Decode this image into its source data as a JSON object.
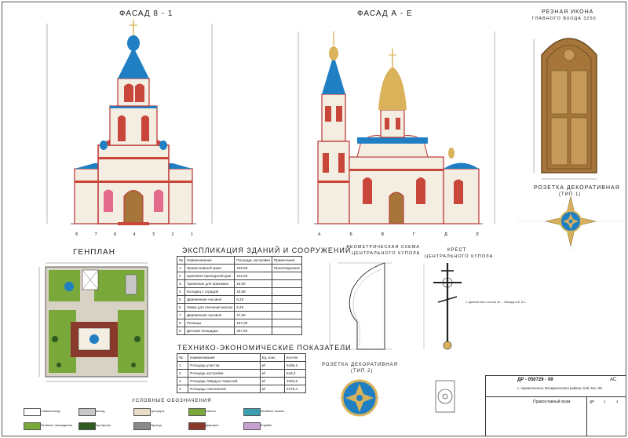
{
  "titles": {
    "facade1": "ФАСАД 8 - 1",
    "facade2": "ФАСАД А - Е",
    "icon": "РЕЗНАЯ ИКОНА",
    "icon_sub": "ГЛАВНОГО ВХОДА 3250",
    "rosette1": "РОЗЕТКА ДЕКОРАТИВНАЯ",
    "rosette1_sub": "(ТИП 1)",
    "genplan": "ГЕНПЛАН",
    "explication": "ЭКСПЛИКАЦИЯ ЗДАНИЙ И СООРУЖЕНИЙ",
    "tep": "ТЕХНИКО-ЭКОНОМИЧЕСКИЕ ПОКАЗАТЕЛИ",
    "geom": "ГЕОМЕТРИЧЕСКАЯ СХЕМА",
    "geom_sub": "ЦЕНТРАЛЬНОГО КУПОЛА",
    "cross": "КРЕСТ",
    "cross_sub": "ЦЕНТРАЛЬНОГО КУПОЛА",
    "rosette2": "РОЗЕТКА ДЕКОРАТИВНАЯ",
    "rosette2_sub": "(ТИП 2)",
    "legend": "УСЛОВНЫЕ ОБОЗНАЧЕНИЯ"
  },
  "explication": {
    "headers": [
      "№",
      "Наименование",
      "Площадь застройки",
      "Примечание"
    ],
    "rows": [
      [
        "1",
        "Православный храм",
        "345,90",
        "Проектируемое"
      ],
      [
        "2",
        "Церковно-приходской дом",
        "312,00",
        ""
      ],
      [
        "3",
        "Трапезная для прихожан",
        "16,00",
        ""
      ],
      [
        "4",
        "Колодец с оградой",
        "43,88",
        ""
      ],
      [
        "5",
        "Деревянная часовня",
        "6,25",
        ""
      ],
      [
        "6",
        "Лавка для свечения иконок",
        "6,25",
        ""
      ],
      [
        "7",
        "Деревянная часовня",
        "47,00",
        ""
      ],
      [
        "8",
        "Ризница",
        "187,00",
        ""
      ],
      [
        "9",
        "Детская площадка",
        "337,50",
        ""
      ]
    ]
  },
  "tep": {
    "headers": [
      "№",
      "Наименование",
      "Ед. изм.",
      "Кол-во"
    ],
    "rows": [
      [
        "1",
        "Площадь участка",
        "м²",
        "5496,2"
      ],
      [
        "2",
        "Площадь застройки",
        "м²",
        "544,2"
      ],
      [
        "3",
        "Площадь твёрдых покрытий",
        "м²",
        "1934,6"
      ],
      [
        "4",
        "Площадь озеленения",
        "м²",
        "2475,4"
      ]
    ]
  },
  "axes": {
    "facade1": [
      "8",
      "7",
      "6",
      "4",
      "3",
      "2",
      "1"
    ],
    "facade2": [
      "А",
      "Б",
      "В",
      "Г",
      "Д",
      "Е"
    ]
  },
  "legend_items": [
    "главная вход",
    "выход",
    "тротуары",
    "озелен.",
    "Зелёные газоны",
    "Зелёные насаждения",
    "Кустарник",
    "Проезд",
    "Дорожка",
    "Клумба"
  ],
  "notes": "1. Данный лист состоит из ... Фасады А-Е, 8-1.",
  "stamp": {
    "code": "ДР - 050729 - 09",
    "section": "АС",
    "address": "с. Архангельское, Воскресенского района, Саб. Кол. 08",
    "object": "Православный храм",
    "stage": "ДР",
    "sheet": "1",
    "sheets": "4"
  },
  "colors": {
    "dome_blue": "#1f7fc2",
    "gold": "#d9b25a",
    "brick": "#c9463a",
    "wall": "#f4ede1",
    "wood": "#a5753a",
    "grass": "#7aa83b"
  }
}
